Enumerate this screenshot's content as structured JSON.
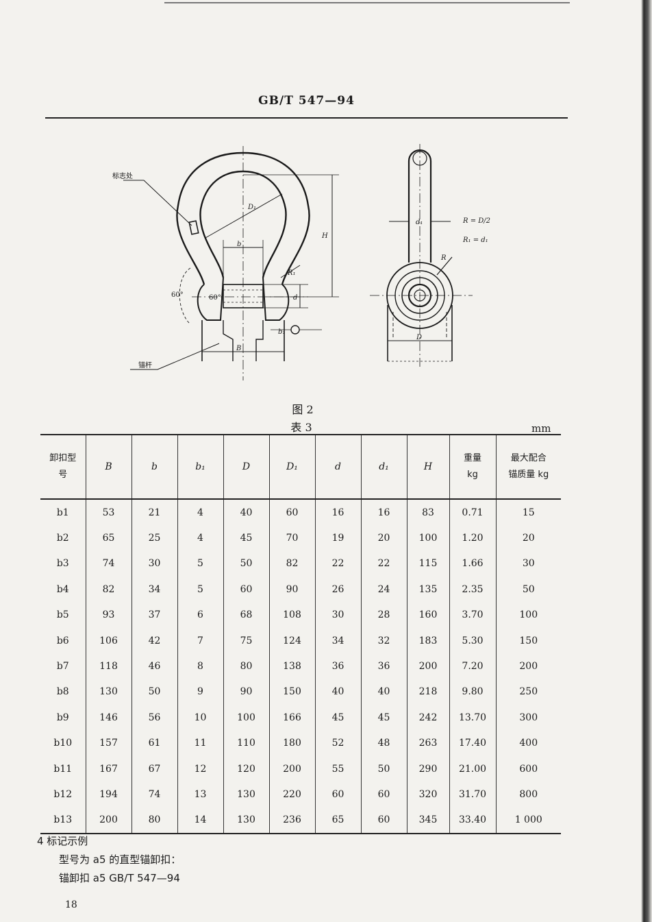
{
  "header": {
    "standard": "GB/T 547—94"
  },
  "figure": {
    "caption": "图 2",
    "label_mark": "标志处",
    "label_shank": "锚杆",
    "dims": {
      "D1": "D₁",
      "H": "H",
      "b": "b",
      "R1": "R₁",
      "d": "d",
      "b1": "b₁",
      "B": "B",
      "angle_outer": "60°",
      "angle_inner": "60°",
      "d1": "d₁",
      "R": "R",
      "D": "D",
      "eq_r": "R = D/2",
      "eq_r1": "R₁ = d₁"
    }
  },
  "table": {
    "caption": "表 3",
    "unit": "mm",
    "headers": [
      "卸扣型号",
      "B",
      "b",
      "b₁",
      "D",
      "D₁",
      "d",
      "d₁",
      "H",
      "重量 kg",
      "最大配合锚质量 kg"
    ],
    "rows": [
      [
        "b1",
        "53",
        "21",
        "4",
        "40",
        "60",
        "16",
        "16",
        "83",
        "0.71",
        "15"
      ],
      [
        "b2",
        "65",
        "25",
        "4",
        "45",
        "70",
        "19",
        "20",
        "100",
        "1.20",
        "20"
      ],
      [
        "b3",
        "74",
        "30",
        "5",
        "50",
        "82",
        "22",
        "22",
        "115",
        "1.66",
        "30"
      ],
      [
        "b4",
        "82",
        "34",
        "5",
        "60",
        "90",
        "26",
        "24",
        "135",
        "2.35",
        "50"
      ],
      [
        "b5",
        "93",
        "37",
        "6",
        "68",
        "108",
        "30",
        "28",
        "160",
        "3.70",
        "100"
      ],
      [
        "b6",
        "106",
        "42",
        "7",
        "75",
        "124",
        "34",
        "32",
        "183",
        "5.30",
        "150"
      ],
      [
        "b7",
        "118",
        "46",
        "8",
        "80",
        "138",
        "36",
        "36",
        "200",
        "7.20",
        "200"
      ],
      [
        "b8",
        "130",
        "50",
        "9",
        "90",
        "150",
        "40",
        "40",
        "218",
        "9.80",
        "250"
      ],
      [
        "b9",
        "146",
        "56",
        "10",
        "100",
        "166",
        "45",
        "45",
        "242",
        "13.70",
        "300"
      ],
      [
        "b10",
        "157",
        "61",
        "11",
        "110",
        "180",
        "52",
        "48",
        "263",
        "17.40",
        "400"
      ],
      [
        "b11",
        "167",
        "67",
        "12",
        "120",
        "200",
        "55",
        "50",
        "290",
        "21.00",
        "600"
      ],
      [
        "b12",
        "194",
        "74",
        "13",
        "130",
        "220",
        "60",
        "60",
        "320",
        "31.70",
        "800"
      ],
      [
        "b13",
        "200",
        "80",
        "14",
        "130",
        "236",
        "65",
        "60",
        "345",
        "33.40",
        "1 000"
      ]
    ]
  },
  "notes": {
    "section": "4  标记示例",
    "line1": "型号为 a5 的直型锚卸扣：",
    "line2": "锚卸扣  a5  GB/T 547—94"
  },
  "page_number": "18"
}
